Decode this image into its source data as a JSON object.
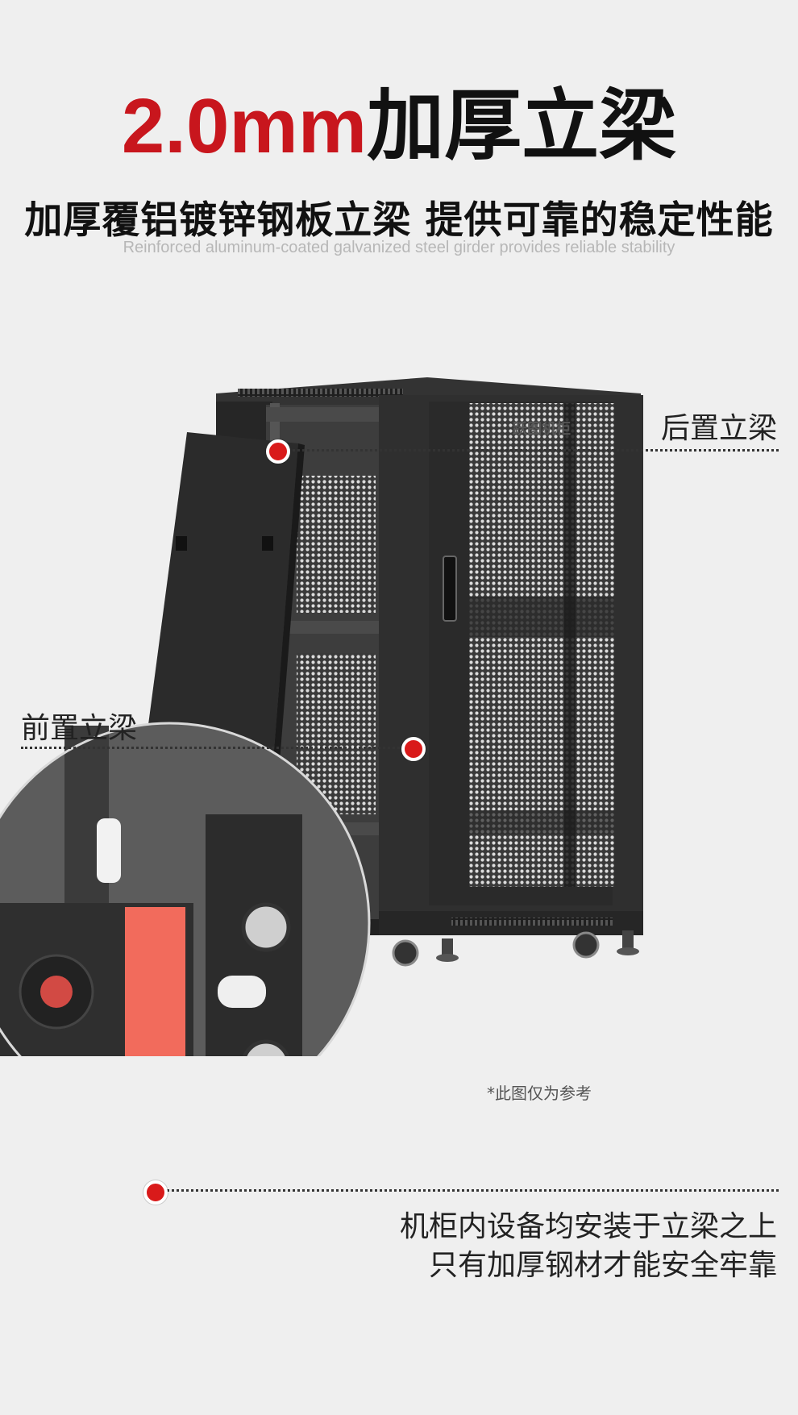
{
  "headline": {
    "highlight": "2.0mm",
    "rest": "加厚立梁"
  },
  "subheading": "加厚覆铝镀锌钢板立梁 提供可靠的稳定性能",
  "english_subheading": "Reinforced aluminum-coated galvanized steel girder provides reliable stability",
  "callouts": {
    "rear": "后置立梁",
    "front": "前置立梁"
  },
  "cabinet_brand": "跃图机柜",
  "note": "*此图仅为参考",
  "bottom_text": {
    "line1": "机柜内设备均安装于立梁之上",
    "line2": "只有加厚钢材才能安全牢靠"
  },
  "colors": {
    "accent_red": "#c8161d",
    "text_dark": "#111111",
    "background": "#efefef",
    "cabinet": "#2c2c2c"
  }
}
